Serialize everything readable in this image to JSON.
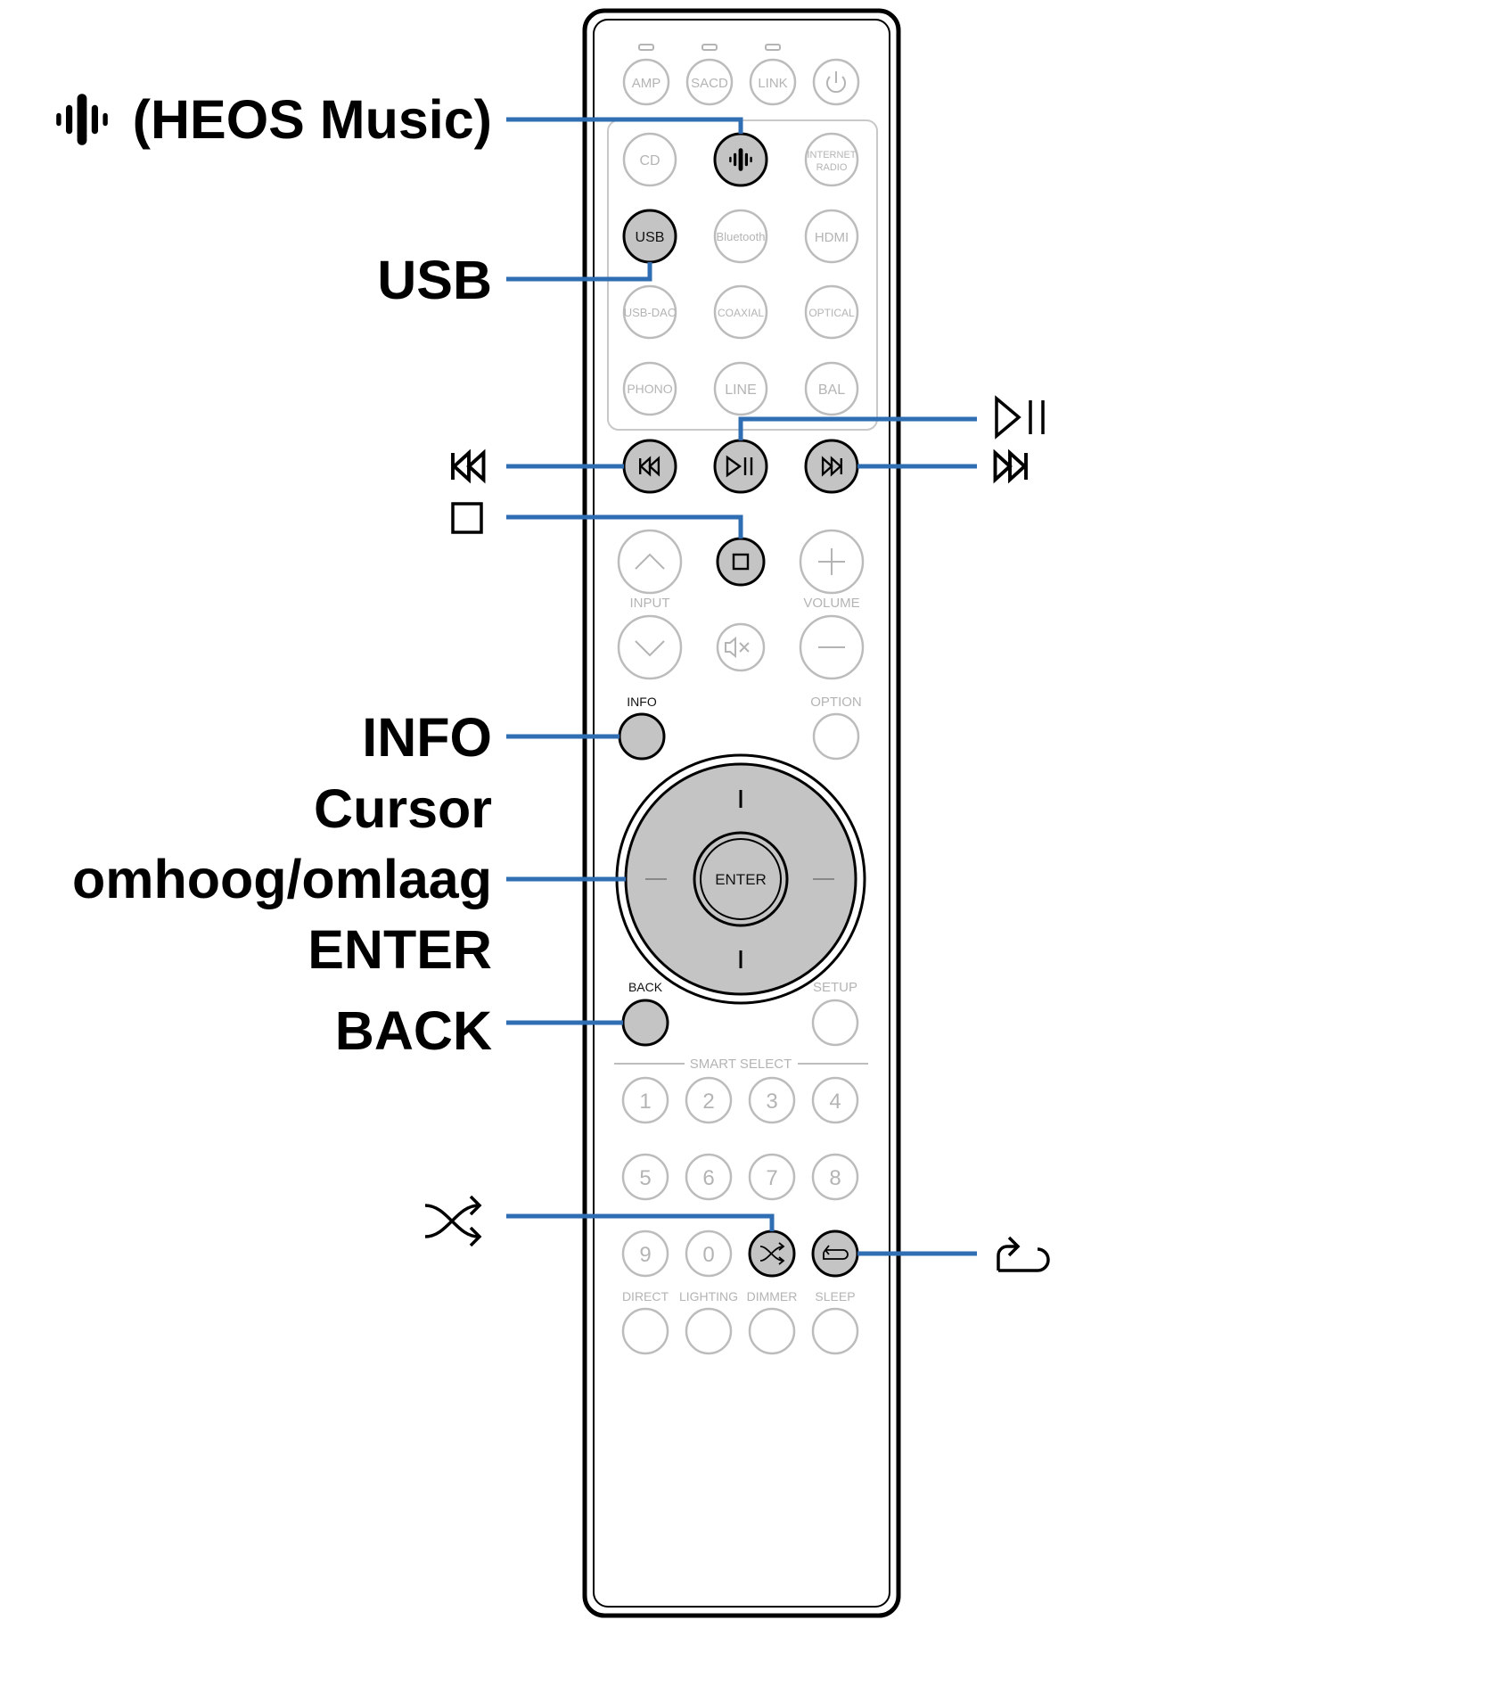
{
  "callouts": {
    "heos_music": "(HEOS Music)",
    "usb": "USB",
    "info": "INFO",
    "cursor_line1": "Cursor",
    "cursor_line2": "omhoog/omlaag",
    "enter": "ENTER",
    "back": "BACK"
  },
  "remote": {
    "top_row": [
      "AMP",
      "SACD",
      "LINK"
    ],
    "source_grid": {
      "cd": "CD",
      "internet_radio_1": "INTERNET",
      "internet_radio_2": "RADIO",
      "usb": "USB",
      "bluetooth": "Bluetooth",
      "hdmi": "HDMI",
      "usb_dac": "USB-DAC",
      "coaxial": "COAXIAL",
      "optical": "OPTICAL",
      "phono": "PHONO",
      "line": "LINE",
      "bal": "BAL"
    },
    "input_label": "INPUT",
    "volume_label": "VOLUME",
    "info_label": "INFO",
    "option_label": "OPTION",
    "enter_label": "ENTER",
    "back_label": "BACK",
    "setup_label": "SETUP",
    "smart_select_label": "SMART SELECT",
    "numbers_row1": [
      "1",
      "2",
      "3",
      "4"
    ],
    "numbers_row2": [
      "5",
      "6",
      "7",
      "8"
    ],
    "numbers_row3": [
      "9",
      "0"
    ],
    "bottom_labels": [
      "DIRECT",
      "LIGHTING",
      "DIMMER",
      "SLEEP"
    ]
  },
  "colors": {
    "leader_line": "#2f6eb3",
    "highlight_button": "#c4c4c4",
    "inactive_outline": "#bcbcbc",
    "body_outline": "#000000"
  },
  "icons": {
    "heos": "heos-logo-icon",
    "skip_back": "skip-back-icon",
    "play_pause": "play-pause-icon",
    "skip_forward": "skip-forward-icon",
    "stop": "stop-icon",
    "shuffle": "shuffle-icon",
    "repeat": "repeat-icon",
    "power": "power-icon",
    "mute": "mute-icon"
  }
}
